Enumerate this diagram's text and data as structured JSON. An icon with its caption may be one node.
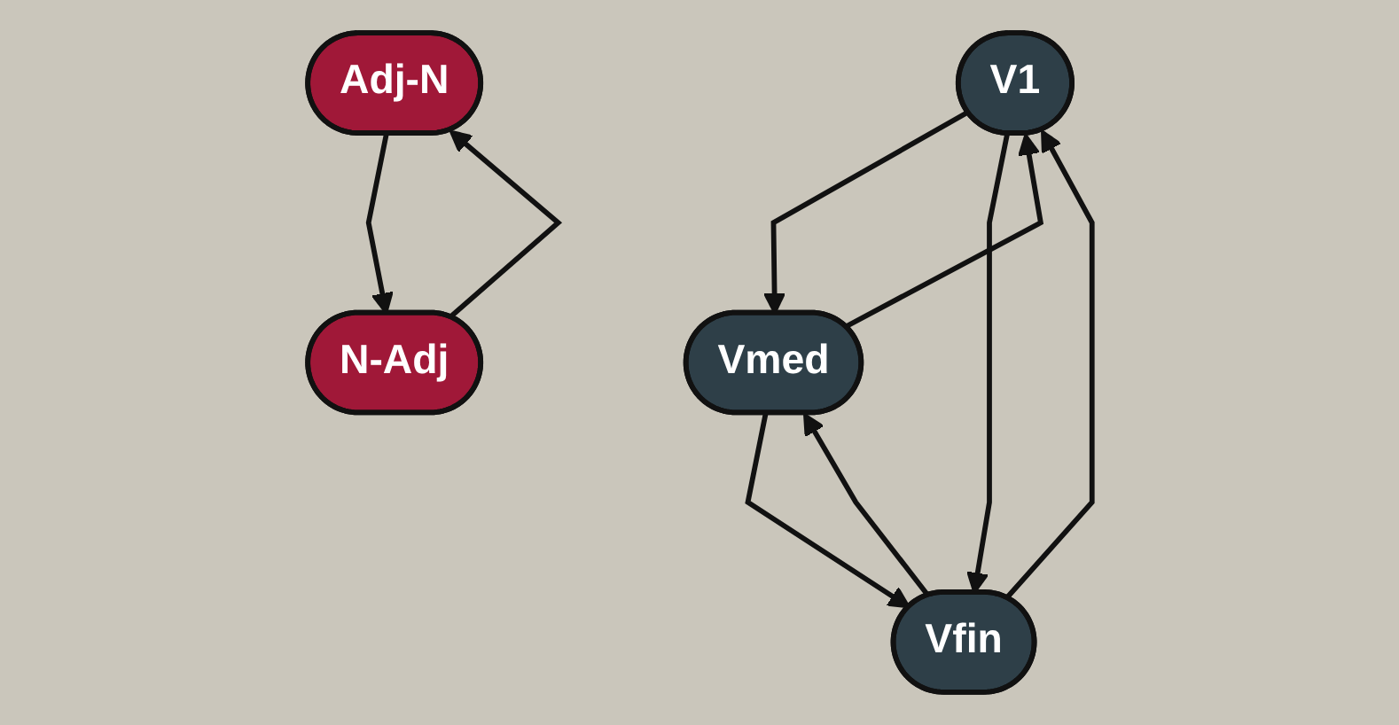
{
  "diagram": {
    "nodes": [
      {
        "text": [
          "V1"
        ]
      },
      {
        "text": [
          "Vmed"
        ]
      },
      {
        "text": [
          "Vfin"
        ]
      },
      {
        "text": [
          "Adj-N"
        ]
      },
      {
        "text": [
          "N-Adj"
        ]
      }
    ],
    "edges": [
      {
        "from": 0,
        "to": 1,
        "arrow": "to"
      },
      {
        "from": 1,
        "to": 0,
        "arrow": "to"
      },
      {
        "from": 0,
        "to": 2,
        "arrow": "to"
      },
      {
        "from": 2,
        "to": 0,
        "arrow": "to"
      },
      {
        "from": 1,
        "to": 2,
        "arrow": "to"
      },
      {
        "from": 2,
        "to": 1,
        "arrow": "to"
      },
      {
        "from": 3,
        "to": 4,
        "arrow": "to"
      },
      {
        "from": 4,
        "to": 3,
        "arrow": "to"
      }
    ]
  }
}
